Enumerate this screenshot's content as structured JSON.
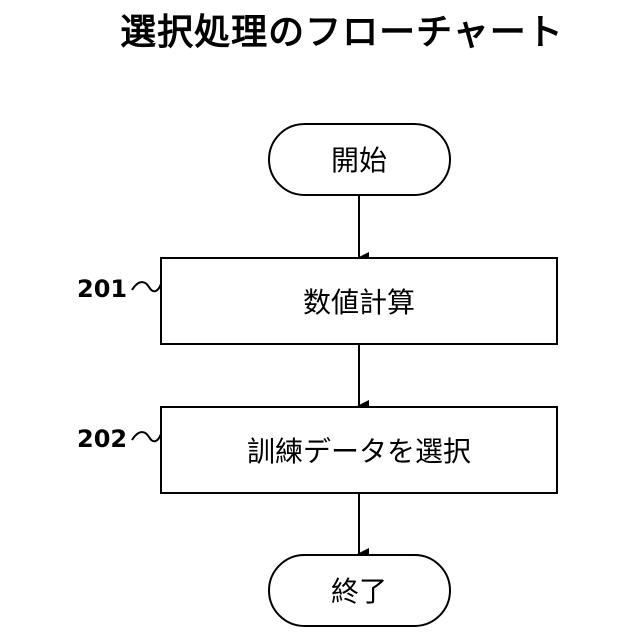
{
  "title": "選択処理のフローチャート",
  "colors": {
    "stroke": "#000000",
    "fill": "#ffffff",
    "text": "#000000"
  },
  "nodes": {
    "start": {
      "label": "開始",
      "shape": "terminator"
    },
    "step1": {
      "label": "数値計算",
      "shape": "process",
      "ref": "201"
    },
    "step2": {
      "label": "訓練データを選択",
      "shape": "process",
      "ref": "202"
    },
    "end": {
      "label": "終了",
      "shape": "terminator"
    }
  },
  "edges": [
    {
      "from": "start",
      "to": "step1"
    },
    {
      "from": "step1",
      "to": "step2"
    },
    {
      "from": "step2",
      "to": "end"
    }
  ]
}
